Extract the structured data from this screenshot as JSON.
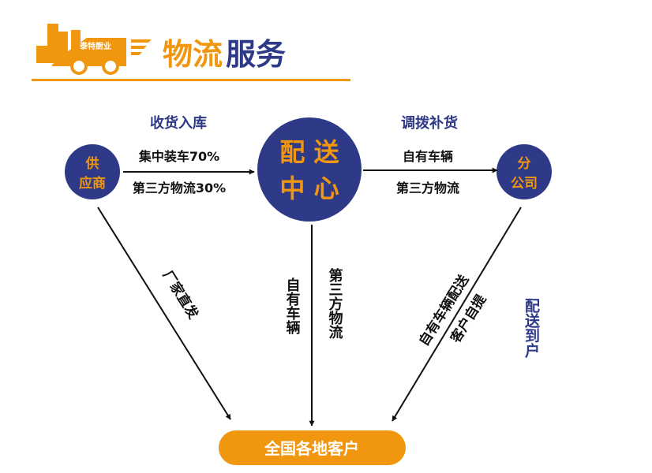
{
  "header": {
    "logo_text": "泰特厨业",
    "title_part1": "物流",
    "title_part2": "服务"
  },
  "colors": {
    "orange": "#f0960f",
    "navy": "#2e3a87",
    "black": "#111111"
  },
  "nodes": {
    "supplier": [
      "供",
      "应商"
    ],
    "center": [
      "配 送",
      "中 心"
    ],
    "branch": [
      "分",
      "公司"
    ],
    "customers": "全国各地客户"
  },
  "labels": {
    "inbound_title": "收货入库",
    "inbound_1": "集中装车70%",
    "inbound_2": "第三方物流30%",
    "transfer_title": "调拨补货",
    "transfer_1": "自有车辆",
    "transfer_2": "第三方物流",
    "direct": "厂家直发",
    "center_own": "自有车辆",
    "center_3pl": "第三方物流",
    "branch_own": "自有车辆配送",
    "branch_pickup": "客户自提",
    "home_delivery": "配送到户"
  }
}
